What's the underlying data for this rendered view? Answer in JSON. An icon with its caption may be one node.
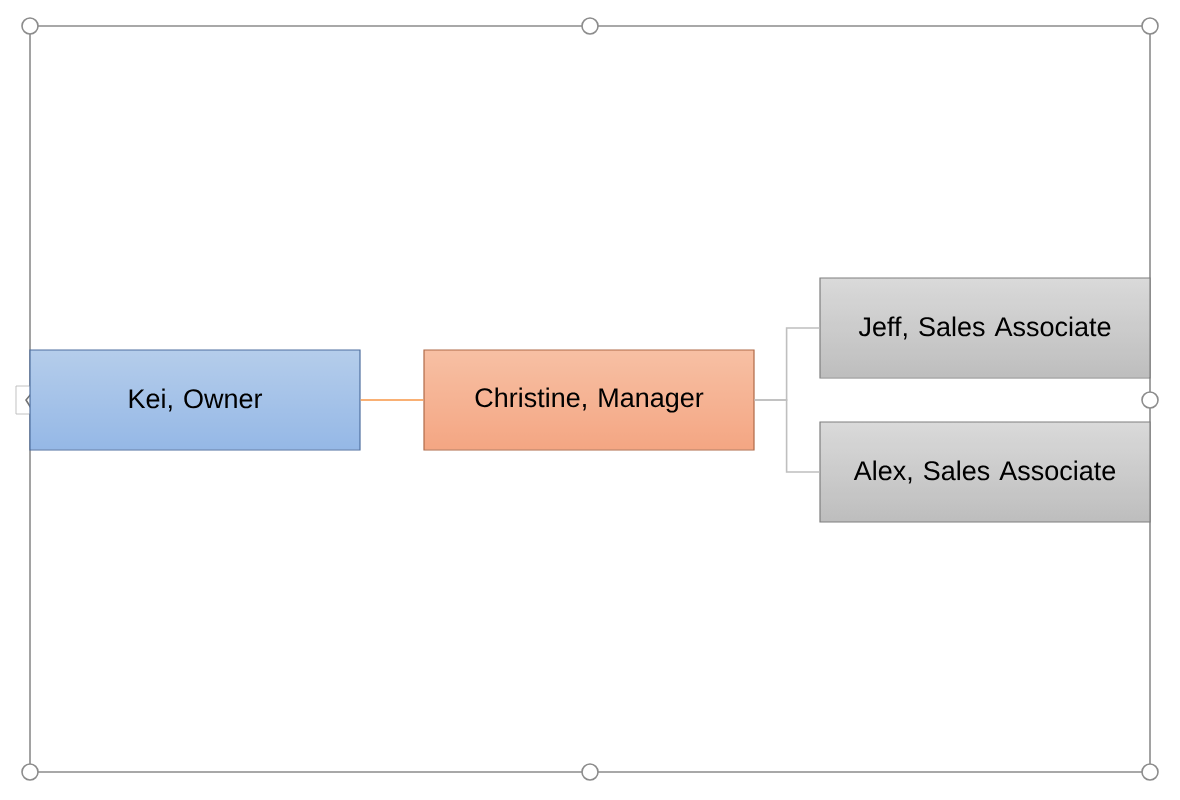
{
  "diagram": {
    "nodes": [
      {
        "text": [
          "Kei, Owner"
        ]
      },
      {
        "text": [
          "Christine, Manager"
        ]
      },
      {
        "text": [
          "Jeff, Sales Associate"
        ]
      },
      {
        "text": [
          "Alex, Sales Associate"
        ]
      }
    ],
    "edges": [
      {
        "from": 0,
        "to": 1,
        "arrow": "none",
        "color": "#f79646"
      },
      {
        "from": 1,
        "to": 2,
        "arrow": "none"
      },
      {
        "from": 1,
        "to": 3,
        "arrow": "none"
      }
    ]
  }
}
